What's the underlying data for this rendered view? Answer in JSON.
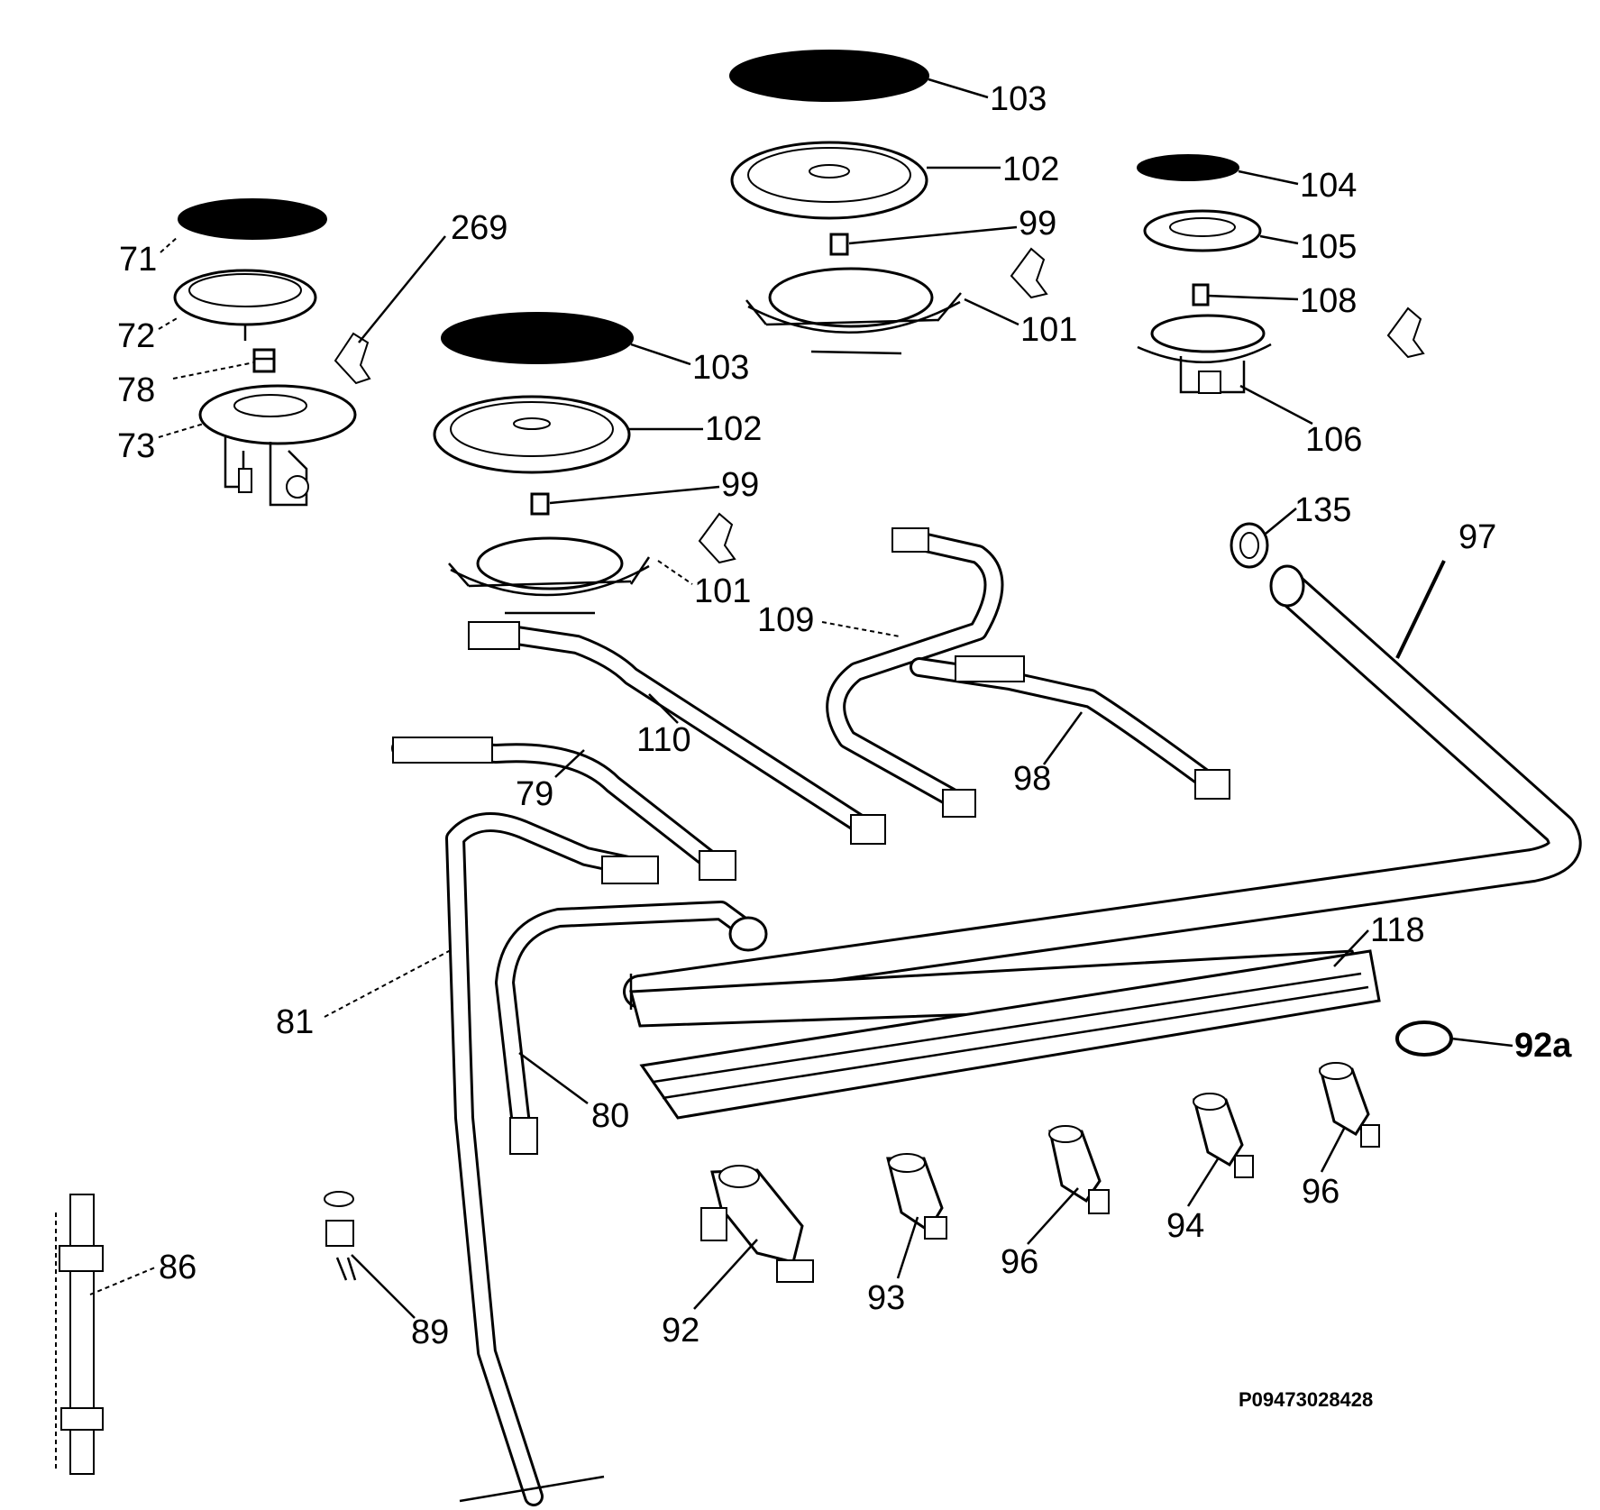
{
  "labels": {
    "l71": "71",
    "l72": "72",
    "l78": "78",
    "l73": "73",
    "l269": "269",
    "l103a": "103",
    "l102a": "102",
    "l99a": "99",
    "l101a": "101",
    "l103b": "103",
    "l102b": "102",
    "l99b": "99",
    "l101b": "101",
    "l104": "104",
    "l105": "105",
    "l108": "108",
    "l106": "106",
    "l135": "135",
    "l97": "97",
    "l109": "109",
    "l110": "110",
    "l98": "98",
    "l79": "79",
    "l81": "81",
    "l80": "80",
    "l118": "118",
    "l92a": "92a",
    "l86": "86",
    "l89": "89",
    "l92": "92",
    "l93": "93",
    "l96a": "96",
    "l94": "94",
    "l96b": "96"
  },
  "reference_code": "P09473028428"
}
